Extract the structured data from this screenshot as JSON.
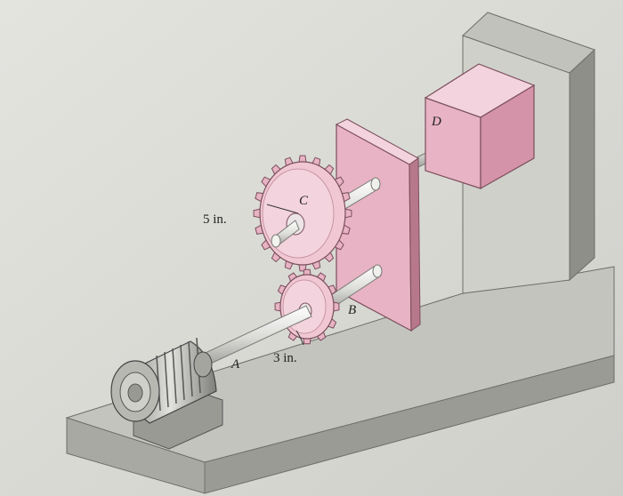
{
  "labels": {
    "gear_c_radius": "5 in.",
    "gear_b_radius": "3 in.",
    "point_a": "A",
    "point_b": "B",
    "point_c": "C",
    "point_d": "D"
  },
  "colors": {
    "background": "#d9d9d4",
    "pink": "#e8b3c4",
    "pink_dark": "#c9889c",
    "pink_light": "#f3d3dd",
    "gray_base": "#bdbdb8",
    "gray_dark": "#8f8f8a",
    "shaft": "#e9e9e6"
  }
}
